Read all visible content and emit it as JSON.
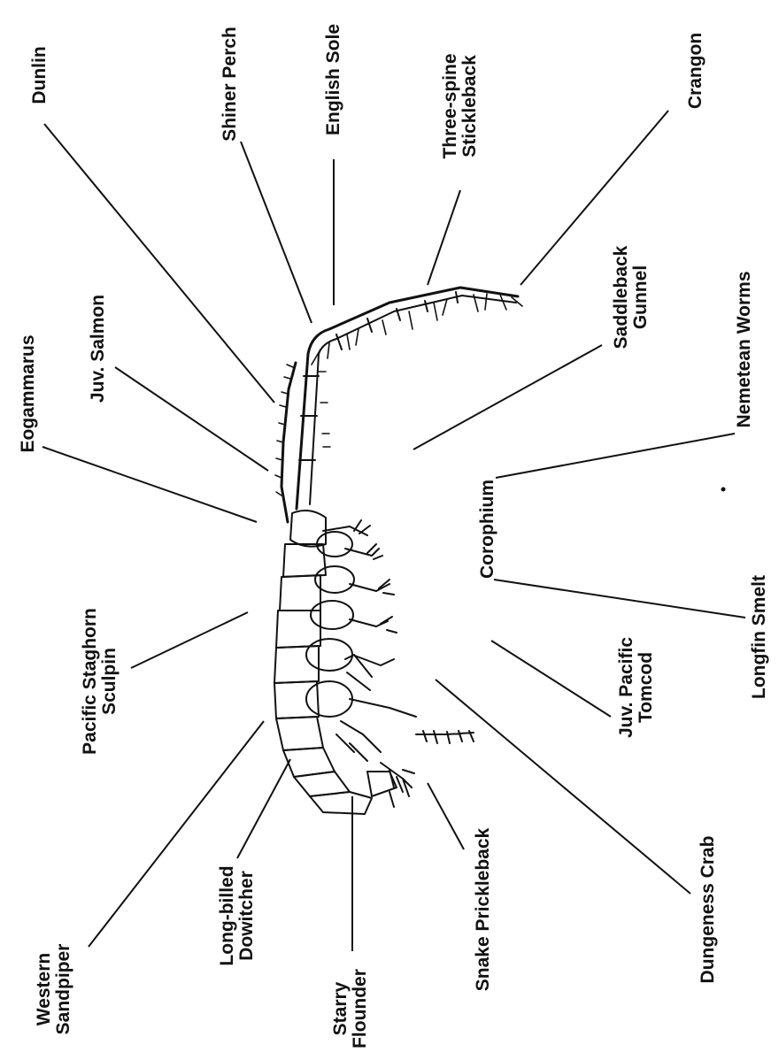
{
  "organism_labels": {
    "corophium": "Corophium"
  },
  "predators": [
    {
      "id": "western-sandpiper",
      "lines": [
        "Western",
        "Sandpiper"
      ]
    },
    {
      "id": "long-billed-dowitcher",
      "lines": [
        "Long-billed",
        "Dowitcher"
      ]
    },
    {
      "id": "starry-flounder",
      "lines": [
        "Starry",
        "Flounder"
      ]
    },
    {
      "id": "snake-prickleback",
      "lines": [
        "Snake  Prickleback"
      ]
    },
    {
      "id": "dungeness-crab",
      "lines": [
        "Dungeness  Crab"
      ]
    },
    {
      "id": "pacific-staghorn-sculpin",
      "lines": [
        "Pacific  Staghorn",
        "Sculpin"
      ]
    },
    {
      "id": "juv-pacific-tomcod",
      "lines": [
        "Juv.  Pacific",
        "Tomcod"
      ]
    },
    {
      "id": "longfin-smelt",
      "lines": [
        "Longfin  Smelt"
      ]
    },
    {
      "id": "eogammarus",
      "lines": [
        "Eogammarus"
      ]
    },
    {
      "id": "juv-salmon",
      "lines": [
        "Juv.  Salmon"
      ]
    },
    {
      "id": "nemetean-worms",
      "lines": [
        "Nemetean  Worms"
      ]
    },
    {
      "id": "saddleback-gunnel",
      "lines": [
        "Saddleback",
        "Gunnel"
      ]
    },
    {
      "id": "dunlin",
      "lines": [
        "Dunlin"
      ]
    },
    {
      "id": "shiner-perch",
      "lines": [
        "Shiner  Perch"
      ]
    },
    {
      "id": "english-sole",
      "lines": [
        "English  Sole"
      ]
    },
    {
      "id": "three-spine-stickleback",
      "lines": [
        "Three-spine",
        "Stickleback"
      ]
    },
    {
      "id": "crangon",
      "lines": [
        "Crangon"
      ]
    }
  ],
  "colors": {
    "ink": "#111111",
    "paper": "#ffffff"
  }
}
